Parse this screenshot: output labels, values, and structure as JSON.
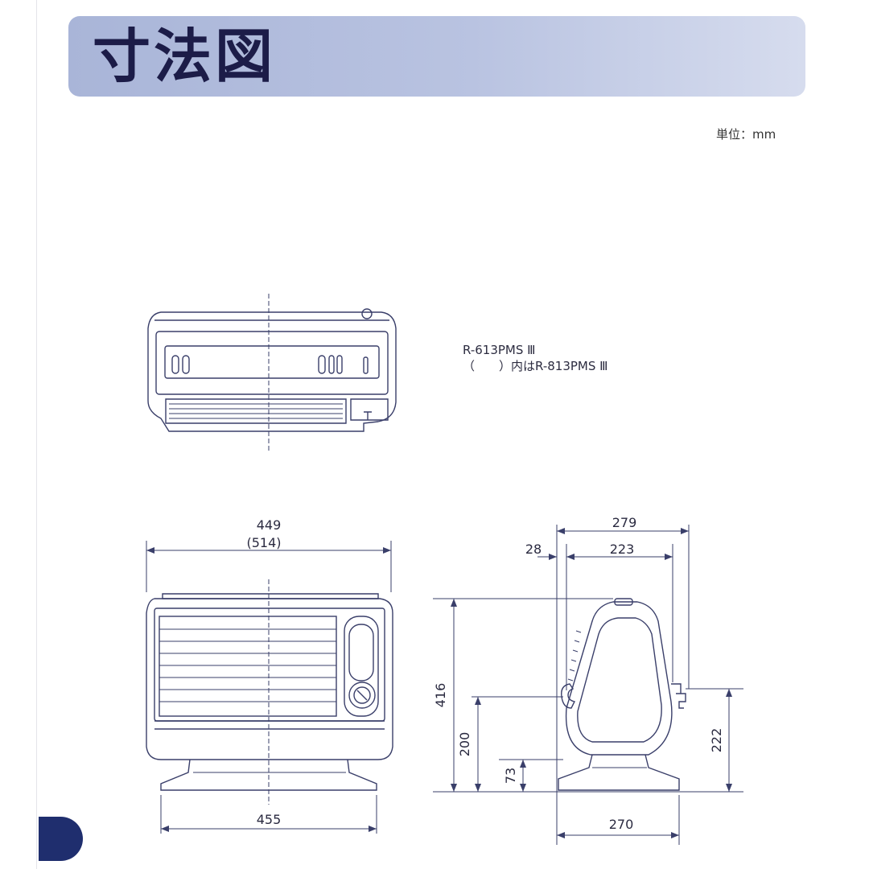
{
  "title": "寸法図",
  "unit_label": "単位：mm",
  "models": {
    "primary": "R-613PMS Ⅲ",
    "alternate_note": "（　　）内はR-813PMS Ⅲ"
  },
  "dimensions": {
    "front_width": "449",
    "front_width_alt": "(514)",
    "base_width": "455",
    "depth_total": "279",
    "offset": "28",
    "body_depth": "223",
    "height": "416",
    "handle_height": "200",
    "base_height": "73",
    "knob_height": "222",
    "base_depth": "270"
  },
  "colors": {
    "banner": "#b9c3e1",
    "title_text": "#1c1c48",
    "line": "#3a3f6a",
    "page_tab": "#1f2e6e"
  }
}
